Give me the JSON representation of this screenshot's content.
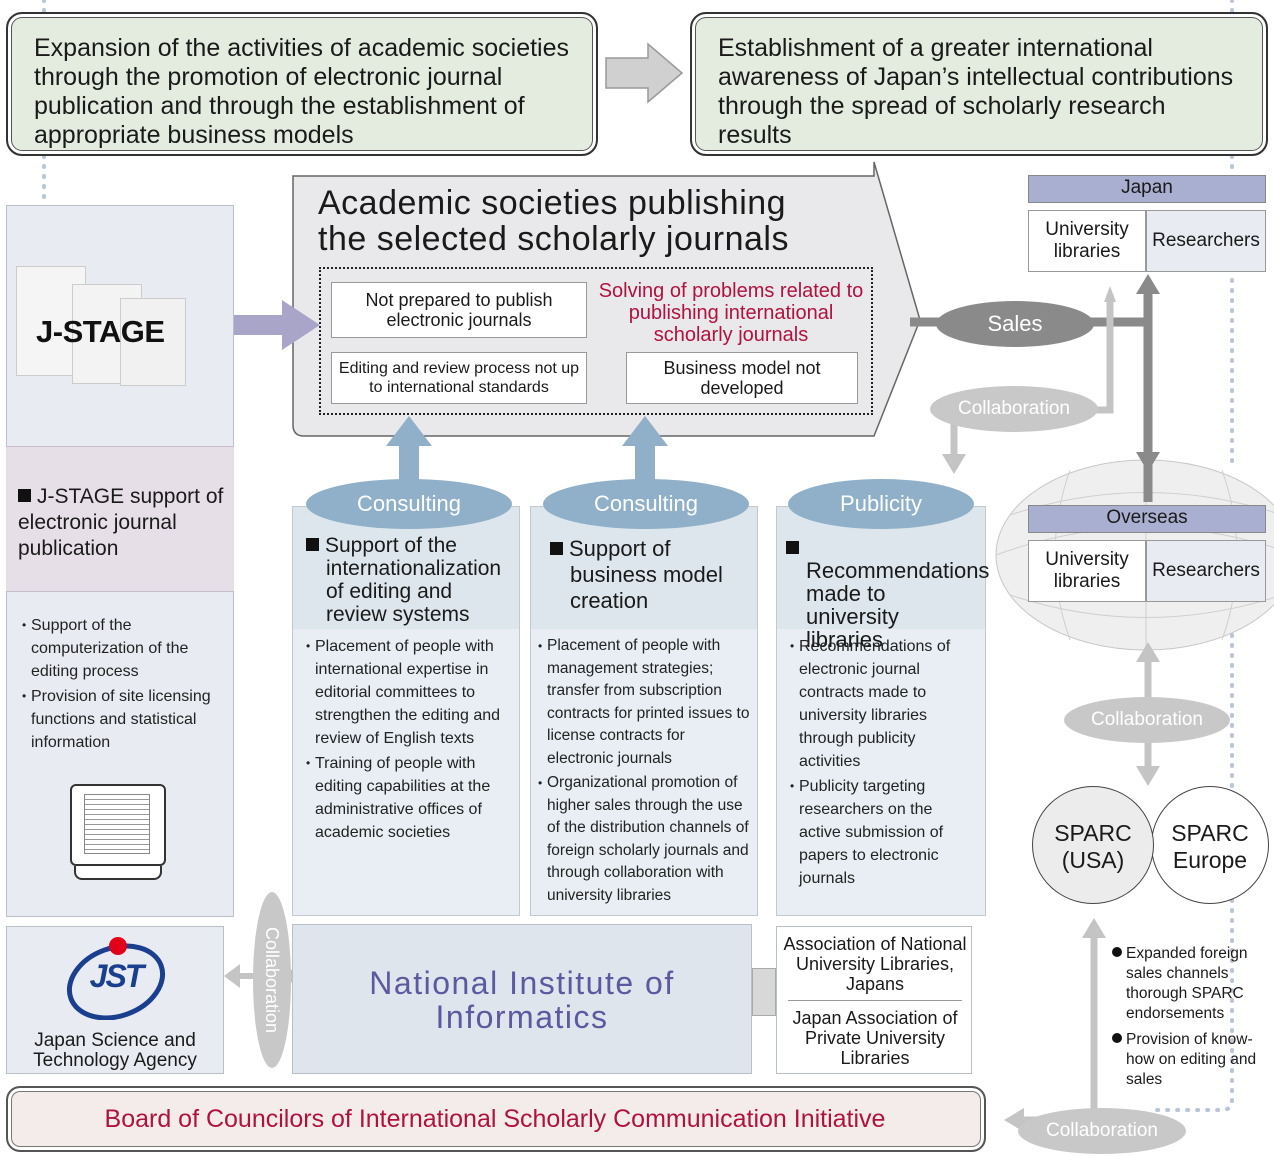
{
  "goals": {
    "left": "Expansion of the activities of academic societies through the promotion of electronic journal publication and through the establishment of appropriate business models",
    "right": "Establishment of a greater international awareness of Japan’s intellectual contributions through the spread of scholarly research results"
  },
  "main_arrow": {
    "title_line1": "Academic societies publishing",
    "title_line2": "the selected scholarly journals",
    "problem1": "Not prepared to publish electronic journals",
    "problem_highlight": "Solving of problems related to publishing international scholarly journals",
    "problem2": "Editing and review process not up to international standards",
    "problem3": "Business model not developed"
  },
  "jstage": {
    "logo_text": "J-STAGE",
    "support_title": "J-STAGE support of electronic journal publication",
    "bullets": [
      "Support of the computerization of the editing process",
      "Provision of site licensing functions and statistical information"
    ]
  },
  "columns": [
    {
      "tag": "Consulting",
      "title": "Support of the internationalization of editing and review systems",
      "bullets": [
        "Placement of people with international expertise in editorial committees to strengthen the editing and review of English texts",
        "Training of people with editing capabilities at the administrative offices of academic societies"
      ]
    },
    {
      "tag": "Consulting",
      "title": "Support of business model creation",
      "bullets": [
        "Placement of people with management strategies; transfer from subscription contracts for printed issues to license contracts for electronic journals",
        "Organizational promotion of higher sales through the use of the distribution channels of foreign scholarly journals and through collaboration with university libraries"
      ]
    },
    {
      "tag": "Publicity",
      "title": "Recommendations made to university libraries",
      "bullets": [
        "Recommendations of electronic journal contracts made to university libraries through publicity activities",
        "Publicity targeting researchers on the active submission of papers to electronic journals"
      ]
    }
  ],
  "right_panel": {
    "japan": {
      "header": "Japan",
      "cell1": "University libraries",
      "cell2": "Researchers"
    },
    "overseas": {
      "header": "Overseas",
      "cell1": "University libraries",
      "cell2": "Researchers"
    },
    "sales": "Sales",
    "collab_upper": "Collaboration",
    "collab_middle": "Collaboration",
    "sparc_usa": "SPARC (USA)",
    "sparc_europe": "SPARC Europe",
    "sparc_bullets": [
      "Expanded foreign sales channels thorough SPARC endorsements",
      "Provision of know-how on editing and sales"
    ]
  },
  "bottom": {
    "jst_logo": "JST",
    "jst_name": "Japan Science and Technology Agency",
    "collab_vertical": "Collaboration",
    "nii": "National Institute of Informatics",
    "assoc1": "Association of National University Libraries, Japans",
    "assoc2": "Japan Association of Private University Libraries",
    "board": "Board of Councilors of International Scholarly Communication Initiative",
    "collab_bottom": "Collaboration"
  },
  "colors": {
    "goal_bg": "#e4ecdf",
    "header_bg": "#a9afd0",
    "oval_blue": "#8fb0c8",
    "oval_gray": "#a8a8a8",
    "accent_red": "#b0123f",
    "nii_text": "#5a5aa0"
  }
}
